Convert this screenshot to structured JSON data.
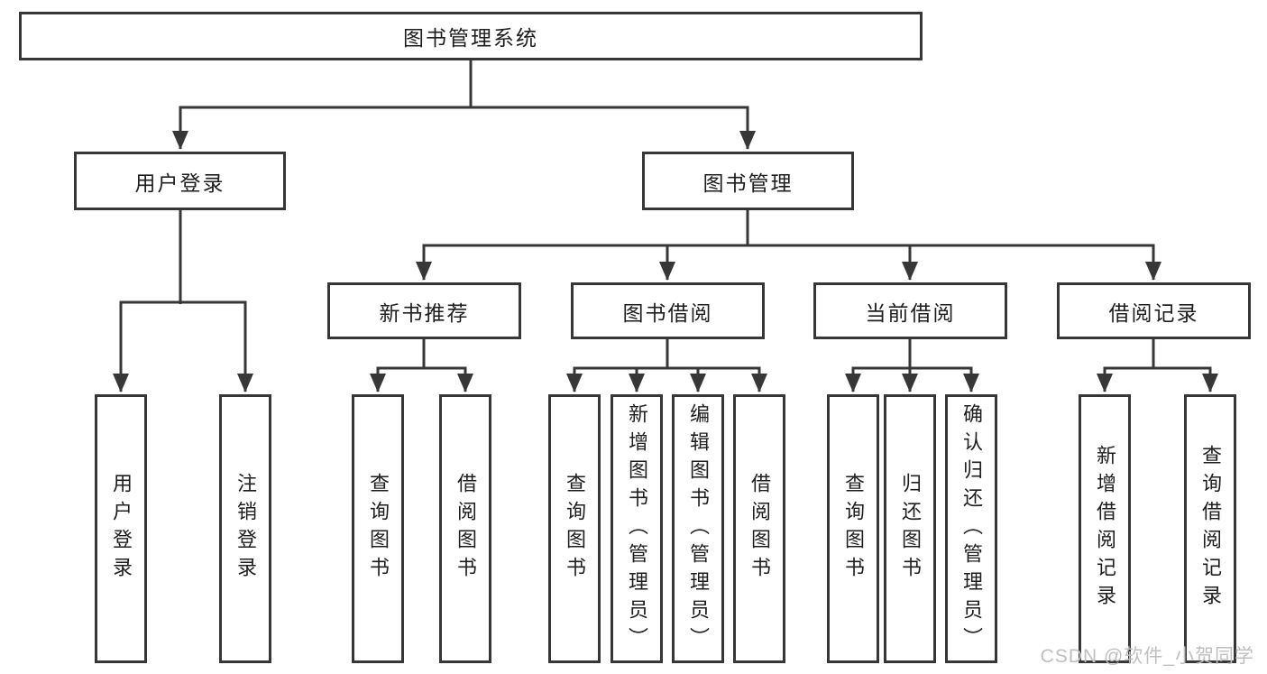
{
  "diagram_type": "hierarchy-structure-chart",
  "colors": {
    "line": "#373737",
    "box_border": "#373737",
    "text": "#1e1e1e",
    "background": "#ffffff",
    "watermark": "#bfbfbf"
  },
  "tree": {
    "label": "图书管理系统",
    "children": [
      {
        "label": "用户登录",
        "children": [
          {
            "label": "用户登录"
          },
          {
            "label": "注销登录"
          }
        ]
      },
      {
        "label": "图书管理",
        "children": [
          {
            "label": "新书推荐",
            "children": [
              {
                "label": "查询图书"
              },
              {
                "label": "借阅图书"
              }
            ]
          },
          {
            "label": "图书借阅",
            "children": [
              {
                "label": "查询图书"
              },
              {
                "label": "新增图书（管理员）"
              },
              {
                "label": "编辑图书（管理员）"
              },
              {
                "label": "借阅图书"
              }
            ]
          },
          {
            "label": "当前借阅",
            "children": [
              {
                "label": "查询图书"
              },
              {
                "label": "归还图书"
              },
              {
                "label": "确认归还（管理员）"
              }
            ]
          },
          {
            "label": "借阅记录",
            "children": [
              {
                "label": "新增借阅记录"
              },
              {
                "label": "查询借阅记录"
              }
            ]
          }
        ]
      }
    ]
  },
  "watermark": {
    "text": "CSDN @软件_小贺同学"
  }
}
